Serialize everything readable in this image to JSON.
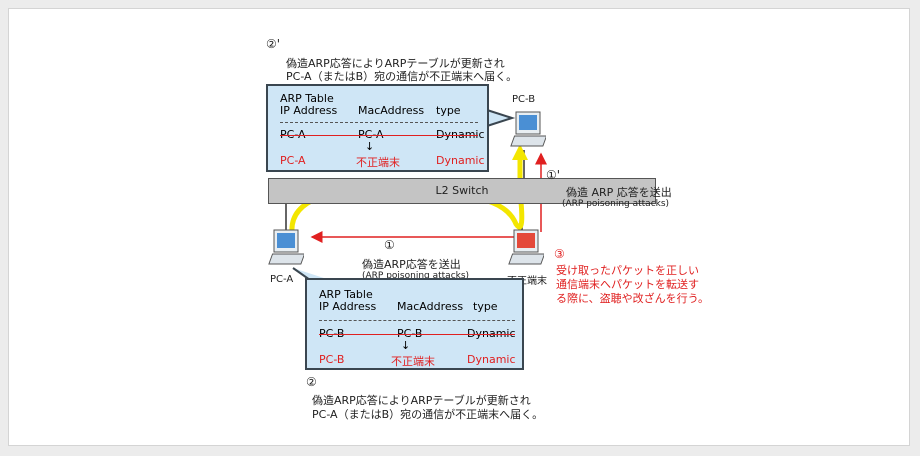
{
  "top_note": {
    "marker": "②'",
    "line1": "偽造ARP応答によりARPテーブルが更新され",
    "line2": "PC-A（またはB）宛の通信が不正端末へ届く。"
  },
  "top_table": {
    "title": "ARP Table",
    "headers": [
      "IP Address",
      "MacAddress",
      "type"
    ],
    "old_row": [
      "PC-A",
      "PC-A",
      "Dynamic"
    ],
    "arrow": "↓",
    "new_row": [
      "PC-A",
      "不正端末",
      "Dynamic"
    ]
  },
  "bottom_table": {
    "title": "ARP Table",
    "headers": [
      "IP Address",
      "MacAddress",
      "type"
    ],
    "old_row": [
      "PC-B",
      "PC-B",
      "Dynamic"
    ],
    "arrow": "↓",
    "new_row": [
      "PC-B",
      "不正端末",
      "Dynamic"
    ]
  },
  "bottom_note": {
    "marker": "②",
    "line1": "偽造ARP応答によりARPテーブルが更新され",
    "line2": "PC-A（またはB）宛の通信が不正端末へ届く。"
  },
  "switch_label": "L2 Switch",
  "devices": {
    "pc_a": "PC-A",
    "pc_b": "PC-B",
    "rogue": "不正端末"
  },
  "step1": {
    "marker": "①",
    "line1": "偽造ARP応答を送出",
    "line2": "(ARP poisoning attacks)"
  },
  "step1_prime": {
    "marker": "①'",
    "line1": "偽造 ARP 応答を送出",
    "line2": "(ARP poisoning attacks)"
  },
  "step3": {
    "marker": "③",
    "line1": "受け取ったパケットを正しい",
    "line2": "通信端末へパケットを転送す",
    "line3": "る際に、盗聴や改ざんを行う。"
  },
  "colors": {
    "table_bg": "#cfe6f6",
    "switch_bg": "#c4c4c4",
    "attack_arrow": "#e02020",
    "traffic_path": "#f3e600",
    "rogue_screen": "#e4493a",
    "pc_screen": "#4a8fd4"
  }
}
